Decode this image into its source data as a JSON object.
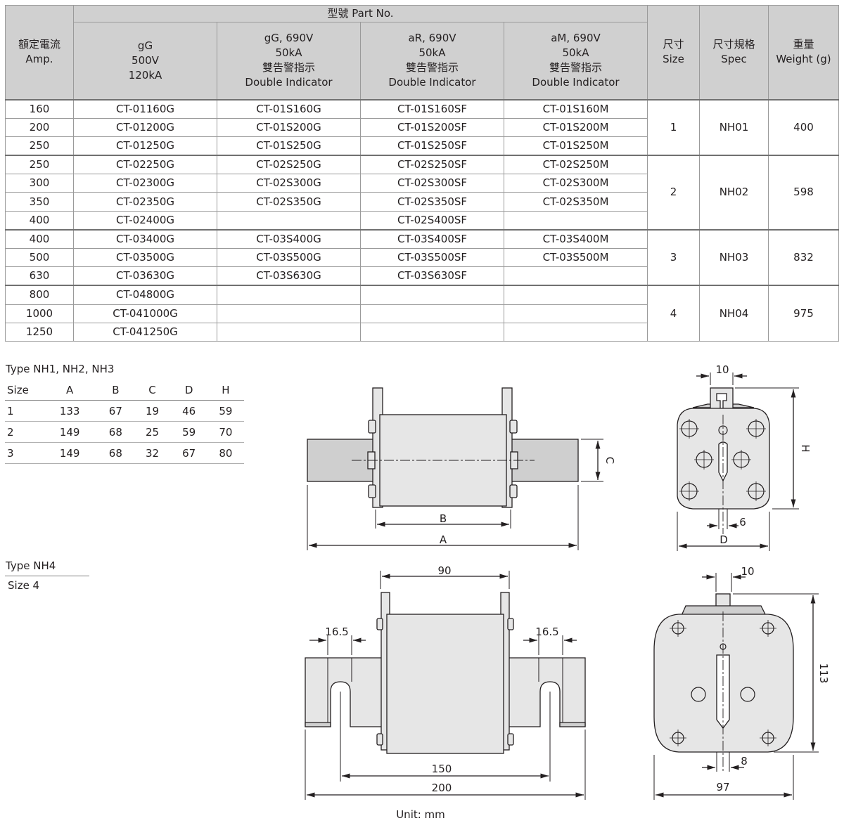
{
  "table": {
    "header": {
      "amp": [
        "額定電流",
        "Amp."
      ],
      "part_no": "型號 Part No.",
      "col_gg": [
        "gG",
        "500V",
        "120kA"
      ],
      "col_gg690": [
        "gG, 690V",
        "50kA",
        "雙告警指示",
        "Double Indicator"
      ],
      "col_ar": [
        "aR, 690V",
        "50kA",
        "雙告警指示",
        "Double Indicator"
      ],
      "col_am": [
        "aM, 690V",
        "50kA",
        "雙告警指示",
        "Double Indicator"
      ],
      "size": [
        "尺寸",
        "Size"
      ],
      "spec": [
        "尺寸規格",
        "Spec"
      ],
      "weight": [
        "重量",
        "Weight (g)"
      ]
    },
    "groups": [
      {
        "size": "1",
        "spec": "NH01",
        "weight": "400",
        "rows": [
          {
            "amp": "160",
            "gg": "CT-01160G",
            "gg690": "CT-01S160G",
            "ar": "CT-01S160SF",
            "am": "CT-01S160M"
          },
          {
            "amp": "200",
            "gg": "CT-01200G",
            "gg690": "CT-01S200G",
            "ar": "CT-01S200SF",
            "am": "CT-01S200M"
          },
          {
            "amp": "250",
            "gg": "CT-01250G",
            "gg690": "CT-01S250G",
            "ar": "CT-01S250SF",
            "am": "CT-01S250M"
          }
        ]
      },
      {
        "size": "2",
        "spec": "NH02",
        "weight": "598",
        "rows": [
          {
            "amp": "250",
            "gg": "CT-02250G",
            "gg690": "CT-02S250G",
            "ar": "CT-02S250SF",
            "am": "CT-02S250M"
          },
          {
            "amp": "300",
            "gg": "CT-02300G",
            "gg690": "CT-02S300G",
            "ar": "CT-02S300SF",
            "am": "CT-02S300M"
          },
          {
            "amp": "350",
            "gg": "CT-02350G",
            "gg690": "CT-02S350G",
            "ar": "CT-02S350SF",
            "am": "CT-02S350M"
          },
          {
            "amp": "400",
            "gg": "CT-02400G",
            "gg690": "",
            "ar": "CT-02S400SF",
            "am": ""
          }
        ]
      },
      {
        "size": "3",
        "spec": "NH03",
        "weight": "832",
        "rows": [
          {
            "amp": "400",
            "gg": "CT-03400G",
            "gg690": "CT-03S400G",
            "ar": "CT-03S400SF",
            "am": "CT-03S400M"
          },
          {
            "amp": "500",
            "gg": "CT-03500G",
            "gg690": "CT-03S500G",
            "ar": "CT-03S500SF",
            "am": "CT-03S500M"
          },
          {
            "amp": "630",
            "gg": "CT-03630G",
            "gg690": "CT-03S630G",
            "ar": "CT-03S630SF",
            "am": ""
          }
        ]
      },
      {
        "size": "4",
        "spec": "NH04",
        "weight": "975",
        "rows": [
          {
            "amp": "800",
            "gg": "CT-04800G",
            "gg690": "",
            "ar": "",
            "am": ""
          },
          {
            "amp": "1000",
            "gg": "CT-041000G",
            "gg690": "",
            "ar": "",
            "am": ""
          },
          {
            "amp": "1250",
            "gg": "CT-041250G",
            "gg690": "",
            "ar": "",
            "am": ""
          }
        ]
      }
    ]
  },
  "dim_section": {
    "title": "Type NH1, NH2, NH3",
    "columns": [
      "Size",
      "A",
      "B",
      "C",
      "D",
      "H"
    ],
    "rows": [
      [
        "1",
        "133",
        "67",
        "19",
        "46",
        "59"
      ],
      [
        "2",
        "149",
        "68",
        "25",
        "59",
        "70"
      ],
      [
        "3",
        "149",
        "68",
        "32",
        "67",
        "80"
      ]
    ]
  },
  "nh4_section": {
    "title": "Type NH4",
    "subtitle": "Size 4"
  },
  "drawing_labels": {
    "top_side": {
      "b": "B",
      "a": "A",
      "c": "C"
    },
    "top_end": {
      "top": "10",
      "h": "H",
      "small": "6",
      "d": "D"
    },
    "bottom_side": {
      "top": "90",
      "left": "16.5",
      "right": "16.5",
      "mid": "150",
      "total": "200"
    },
    "bottom_end": {
      "top": "10",
      "height": "113",
      "small": "8",
      "width": "97"
    },
    "unit": "Unit: mm"
  }
}
